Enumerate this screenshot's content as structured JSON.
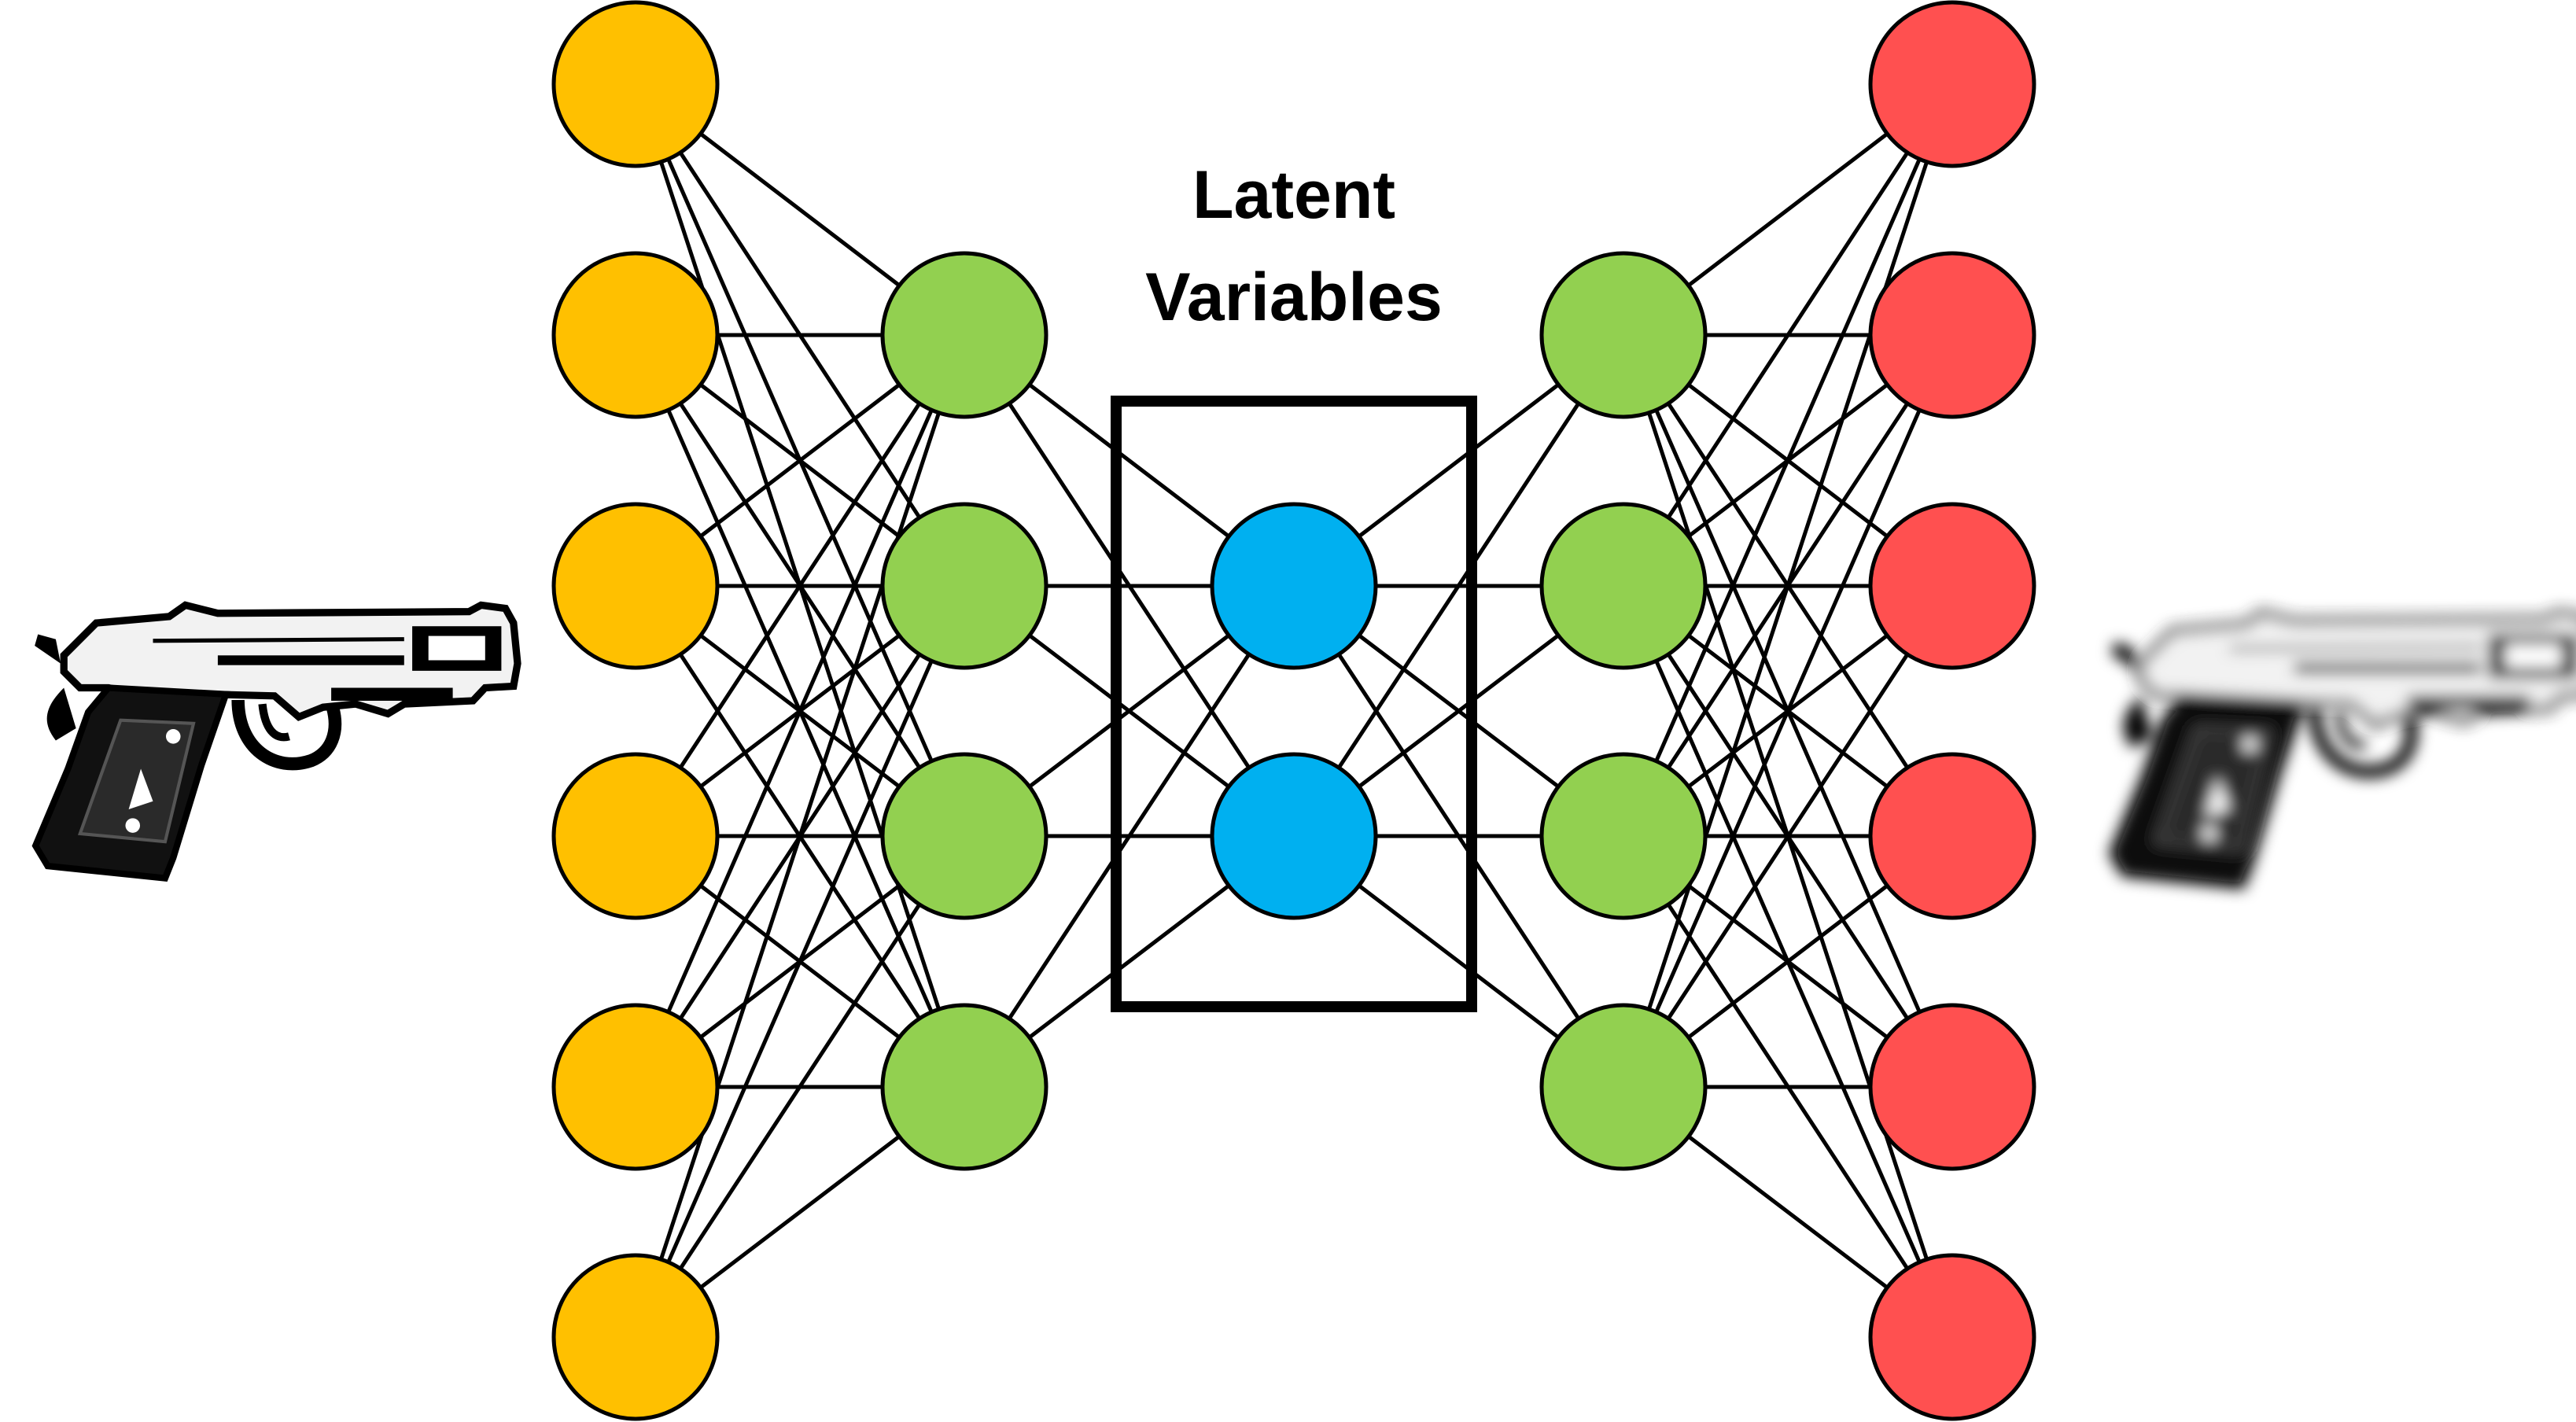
{
  "latent_label": {
    "line1": "Latent",
    "line2": "Variables"
  },
  "layers": [
    {
      "name": "input",
      "nodes": 6,
      "color": "#FFC000"
    },
    {
      "name": "encoder-hidden",
      "nodes": 4,
      "color": "#92D050"
    },
    {
      "name": "latent",
      "nodes": 2,
      "color": "#00B0F0"
    },
    {
      "name": "decoder-hidden",
      "nodes": 4,
      "color": "#92D050"
    },
    {
      "name": "output",
      "nodes": 6,
      "color": "#FF5050"
    }
  ],
  "connectivity": "fully-connected between adjacent layers",
  "images": {
    "input": "pistol-image",
    "output": "blurred-pistol-image"
  }
}
